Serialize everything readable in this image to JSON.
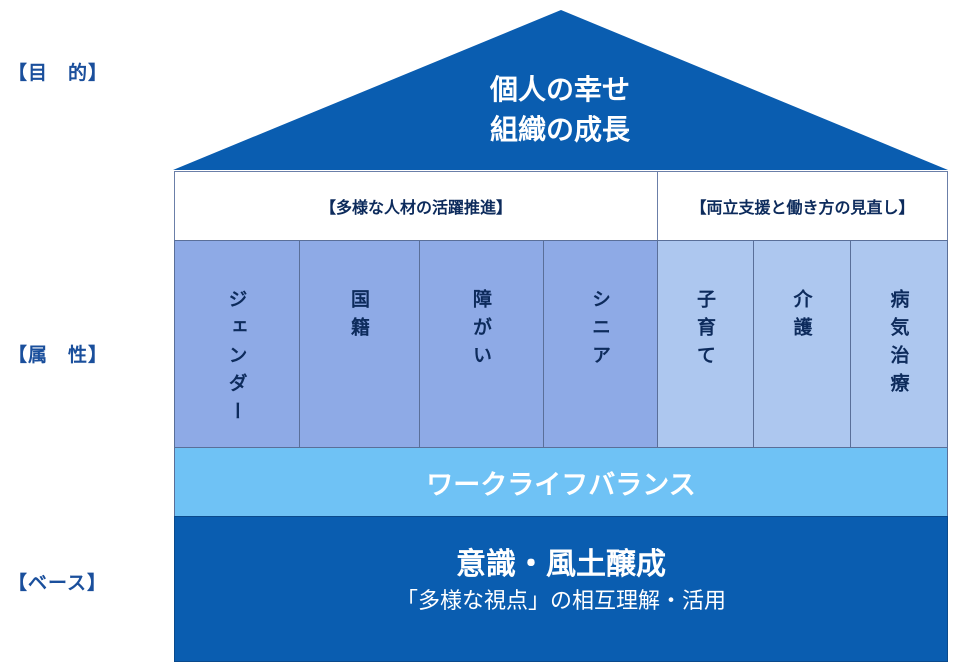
{
  "side_labels": {
    "purpose": "【目　的】",
    "attribute": "【属　性】",
    "base": "【ベース】"
  },
  "roof": {
    "line1": "個人の幸せ",
    "line2": "組織の成長"
  },
  "headers": {
    "diversity": "【多様な人材の活躍推進】",
    "work_life": "【両立支援と働き方の見直し】"
  },
  "attributes": [
    {
      "label": "ジェンダー"
    },
    {
      "label": "国籍"
    },
    {
      "label": "障がい"
    },
    {
      "label": "シニア"
    },
    {
      "label": "子育て"
    },
    {
      "label": "介護"
    },
    {
      "label": "病気治療"
    }
  ],
  "work_life_balance": "ワークライフバランス",
  "base": {
    "title": "意識・風土醸成",
    "subtitle": "「多様な視点」の相互理解・活用"
  },
  "colors": {
    "roof": "#0a5db0",
    "diversity_cells": "#8eaae6",
    "worklife_cells": "#adc7ef",
    "wlb_band": "#6fc2f5",
    "base": "#0a5db0",
    "side_labels": "#1a4f9c"
  }
}
